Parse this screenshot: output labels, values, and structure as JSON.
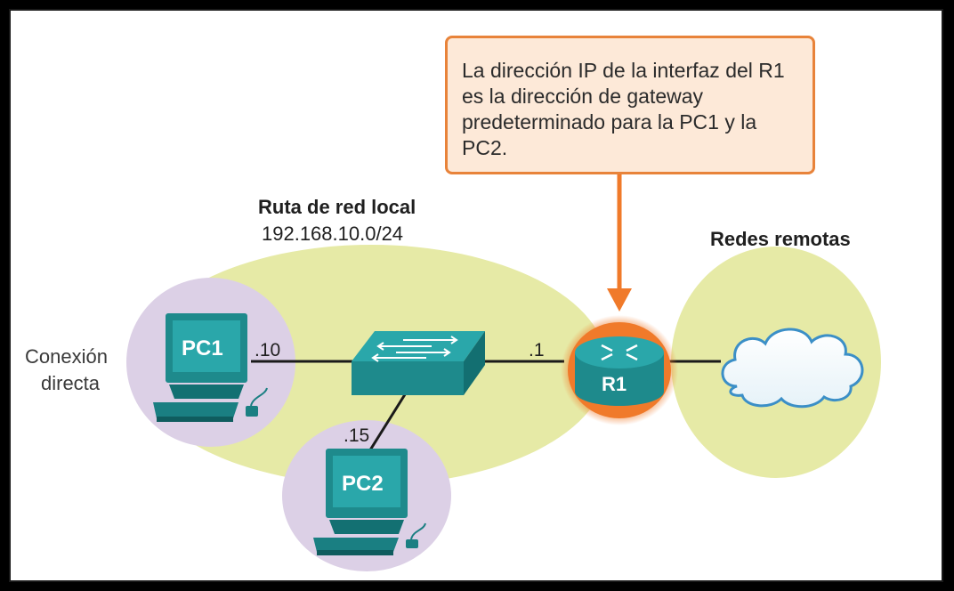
{
  "callout": {
    "text": "La dirección IP de la interfaz del R1 es la dirección de gateway predeterminado para la PC1 y la PC2."
  },
  "local_network": {
    "title": "Ruta de red local",
    "subnet": "192.168.10.0/24"
  },
  "remote_networks": {
    "title": "Redes remotas"
  },
  "direct_connection": {
    "line1": "Conexión",
    "line2": "directa"
  },
  "pc1": {
    "label": "PC1",
    "ip_suffix": ".10"
  },
  "pc2": {
    "label": "PC2",
    "ip_suffix": ".15"
  },
  "router": {
    "label": "R1",
    "ip_suffix": ".1"
  },
  "colors": {
    "local_zone": "#e6eaa6",
    "pc_zone": "#dcd0e6",
    "remote_zone": "#e6eaa6",
    "device_teal": "#1e8a8c",
    "router_glow": "#f07a2a",
    "callout_border": "#e8833a",
    "callout_fill": "#fde9d8",
    "arrow": "#f07a2a",
    "link": "#1a1a1a"
  },
  "icons": [
    "pc-icon",
    "switch-icon",
    "router-icon",
    "cloud-icon",
    "down-arrow-icon"
  ]
}
